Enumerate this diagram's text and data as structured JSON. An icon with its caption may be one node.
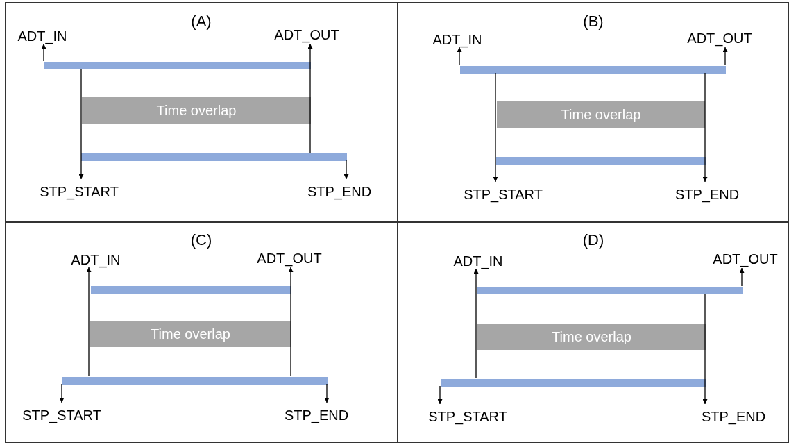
{
  "diagram": {
    "nodes": [
      {
        "text": [
          "(A)"
        ]
      },
      {
        "text": [
          "ADT_IN"
        ],
        "in": 0
      },
      {
        "text": [
          "ADT_OUT"
        ],
        "in": 0
      },
      {
        "text": [],
        "shape": "bar",
        "in": 0
      },
      {
        "text": [
          "Time overlap"
        ],
        "in": 0
      },
      {
        "text": [],
        "shape": "bar",
        "in": 0
      },
      {
        "text": [
          "STP_START"
        ],
        "in": 0
      },
      {
        "text": [
          "STP_END"
        ],
        "in": 0
      },
      {
        "text": [
          "(B)"
        ]
      },
      {
        "text": [
          "ADT_IN"
        ],
        "in": 8
      },
      {
        "text": [
          "ADT_OUT"
        ],
        "in": 8
      },
      {
        "text": [],
        "shape": "bar",
        "in": 8
      },
      {
        "text": [
          "Time overlap"
        ],
        "in": 8
      },
      {
        "text": [],
        "shape": "bar",
        "in": 8
      },
      {
        "text": [
          "STP_START"
        ],
        "in": 8
      },
      {
        "text": [
          "STP_END"
        ],
        "in": 8
      },
      {
        "text": [
          "(C)"
        ]
      },
      {
        "text": [
          "ADT_IN"
        ],
        "in": 16
      },
      {
        "text": [
          "ADT_OUT"
        ],
        "in": 16
      },
      {
        "text": [],
        "shape": "bar",
        "in": 16
      },
      {
        "text": [
          "Time overlap"
        ],
        "in": 16
      },
      {
        "text": [],
        "shape": "bar",
        "in": 16
      },
      {
        "text": [
          "STP_START"
        ],
        "in": 16
      },
      {
        "text": [
          "STP_END"
        ],
        "in": 16
      },
      {
        "text": [
          "(D)"
        ]
      },
      {
        "text": [
          "ADT_IN"
        ],
        "in": 24
      },
      {
        "text": [
          "ADT_OUT"
        ],
        "in": 24
      },
      {
        "text": [],
        "shape": "bar",
        "in": 24
      },
      {
        "text": [
          "Time overlap"
        ],
        "in": 24
      },
      {
        "text": [],
        "shape": "bar",
        "in": 24
      },
      {
        "text": [
          "STP_START"
        ],
        "in": 24
      },
      {
        "text": [
          "STP_END"
        ],
        "in": 24
      }
    ],
    "edges": [
      {
        "from": 3,
        "to": 1,
        "arrow": "to"
      },
      {
        "from": 5,
        "to": 2,
        "arrow": "to"
      },
      {
        "from": 3,
        "to": 6,
        "arrow": "to"
      },
      {
        "from": 5,
        "to": 7,
        "arrow": "to"
      },
      {
        "from": 11,
        "to": 9,
        "arrow": "to"
      },
      {
        "from": 11,
        "to": 10,
        "arrow": "to"
      },
      {
        "from": 11,
        "to": 14,
        "arrow": "to"
      },
      {
        "from": 11,
        "to": 15,
        "arrow": "to"
      },
      {
        "from": 21,
        "to": 17,
        "arrow": "to"
      },
      {
        "from": 21,
        "to": 18,
        "arrow": "to"
      },
      {
        "from": 21,
        "to": 22,
        "arrow": "to"
      },
      {
        "from": 21,
        "to": 23,
        "arrow": "to"
      },
      {
        "from": 29,
        "to": 25,
        "arrow": "to"
      },
      {
        "from": 27,
        "to": 26,
        "arrow": "to"
      },
      {
        "from": 29,
        "to": 30,
        "arrow": "to"
      },
      {
        "from": 27,
        "to": 31,
        "arrow": "to"
      }
    ]
  }
}
